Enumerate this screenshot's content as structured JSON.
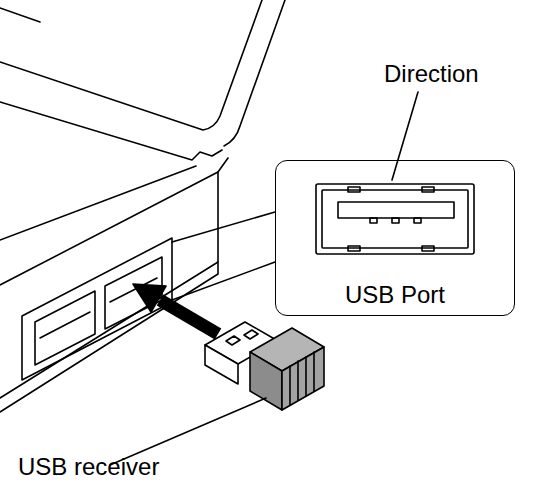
{
  "diagram": {
    "nodes": [
      {
        "text": [
          "USB Port"
        ]
      }
    ],
    "labels": [
      "Direction",
      "USB receiver"
    ]
  }
}
